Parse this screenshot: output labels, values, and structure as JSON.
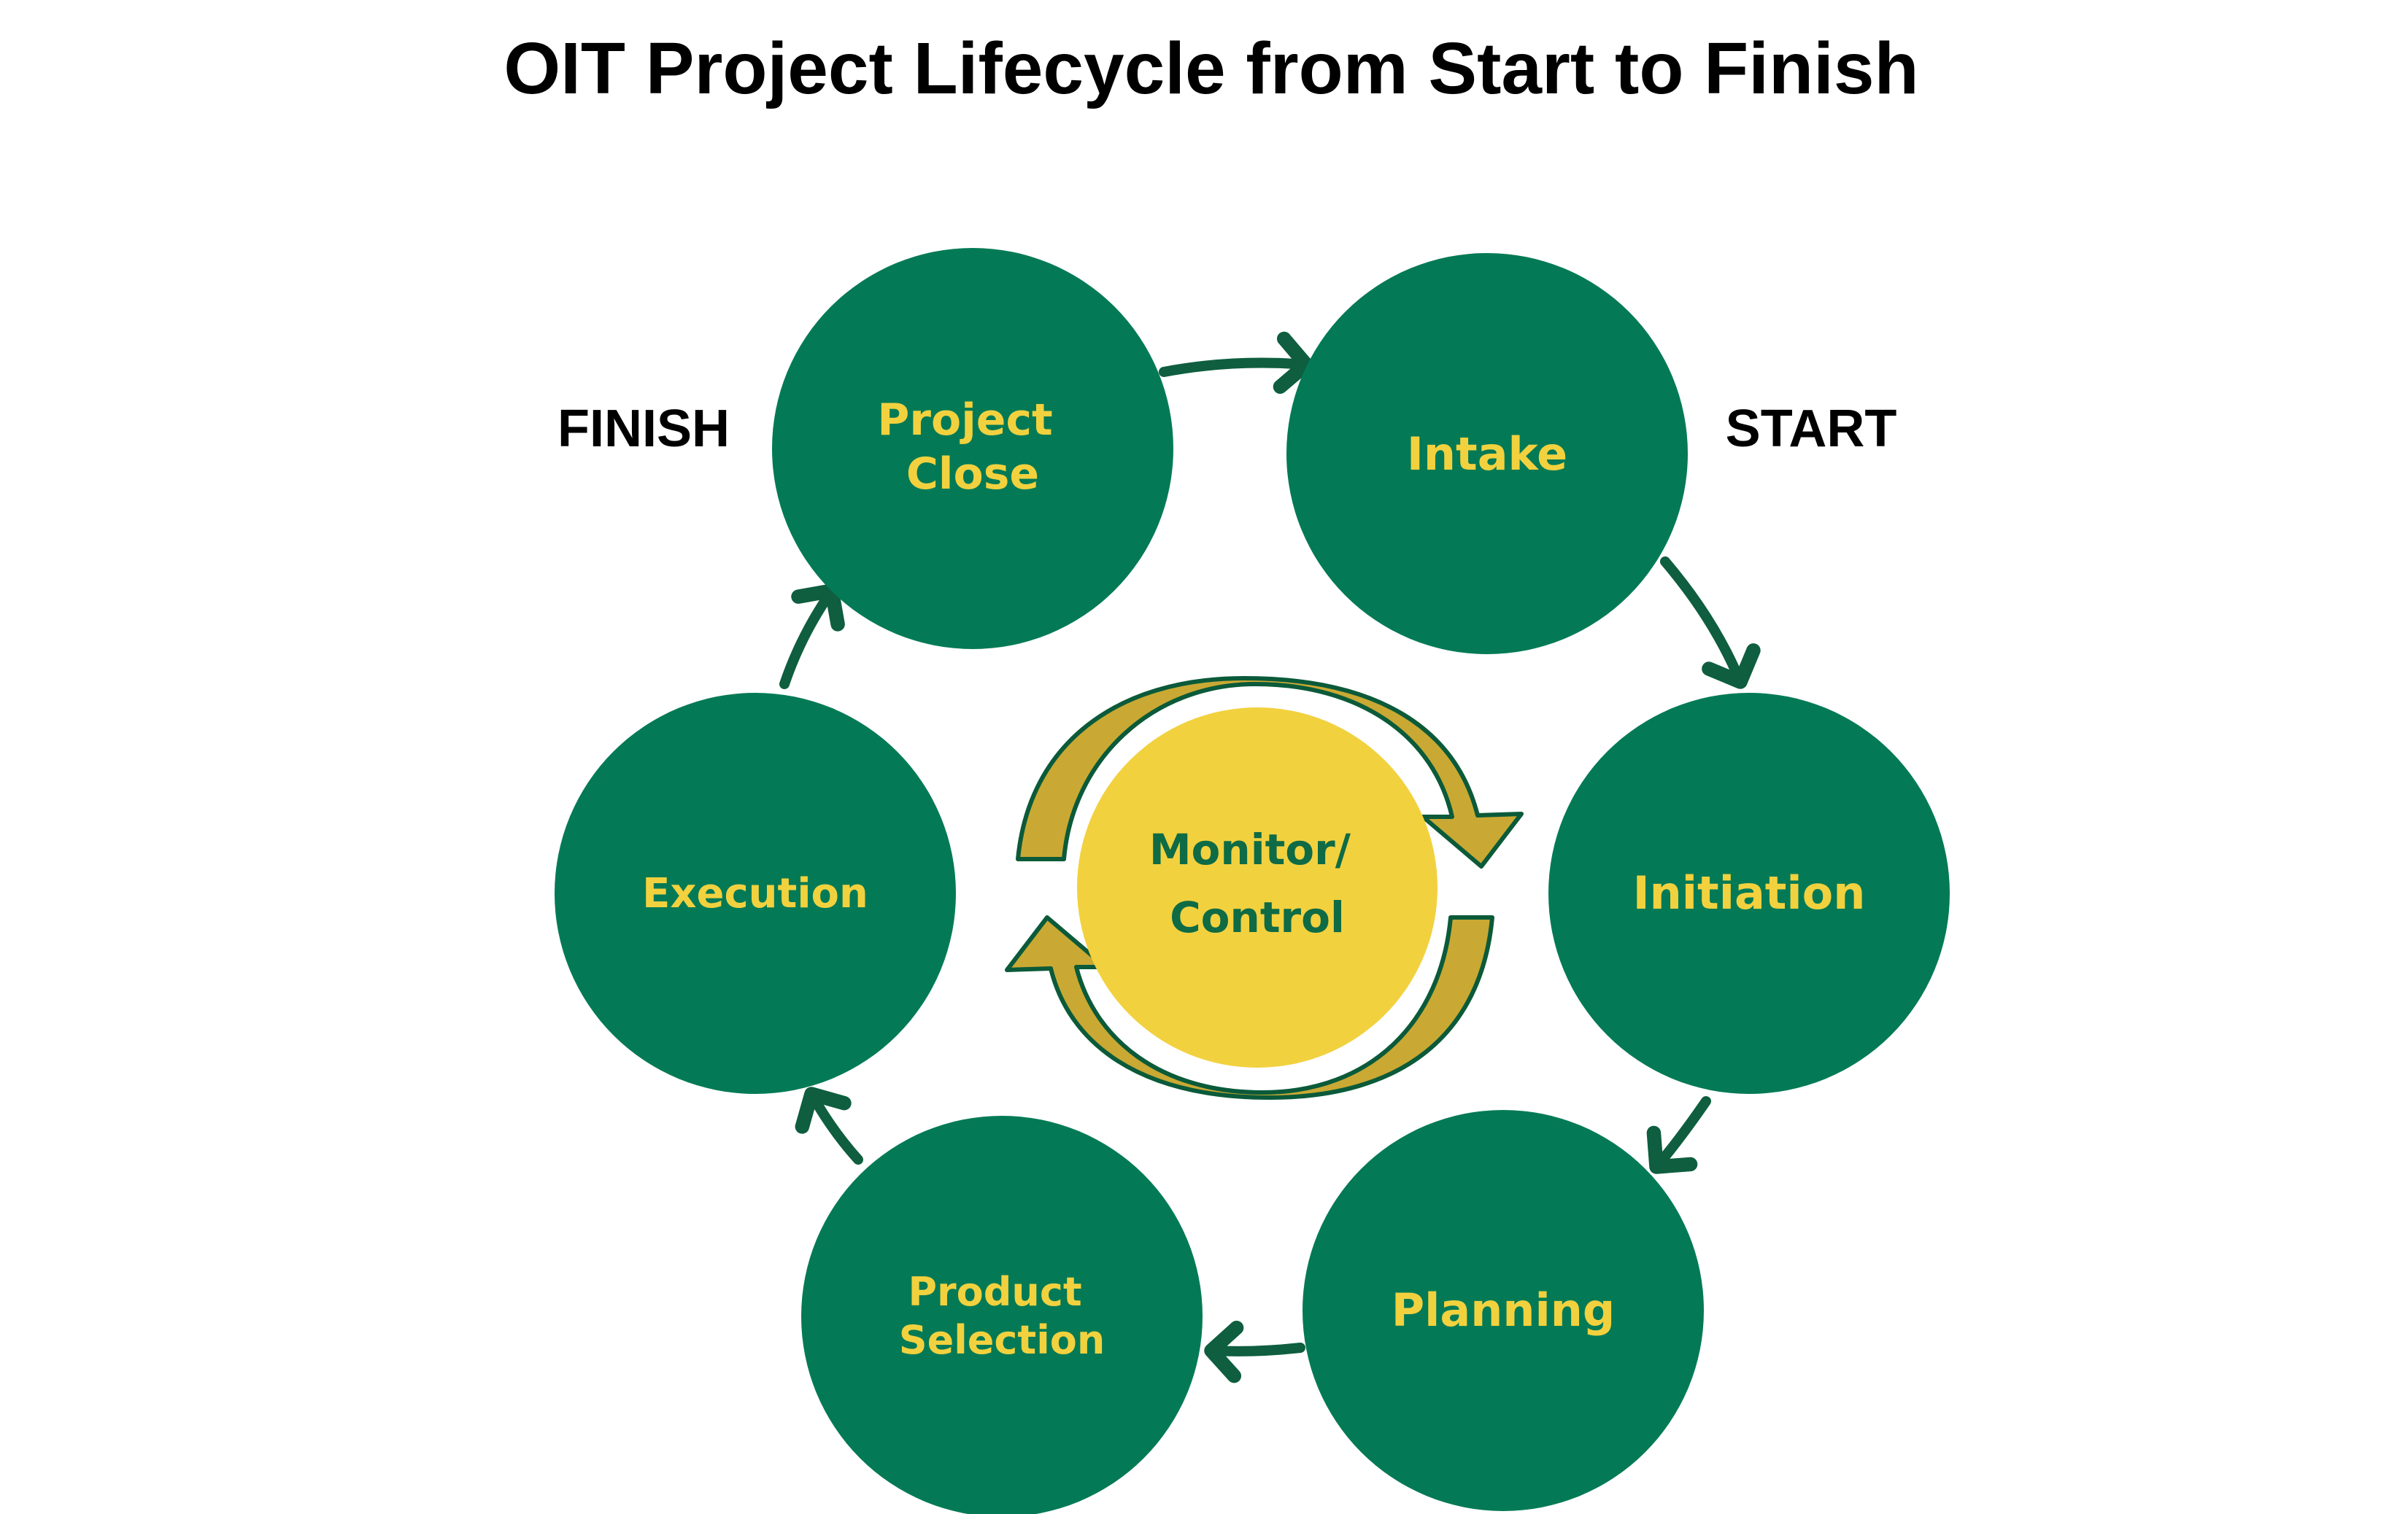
{
  "title": "OIT Project Lifecycle from Start to Finish",
  "labels": {
    "start": "START",
    "finish": "FINISH"
  },
  "stages": {
    "intake": {
      "lines": [
        "Intake"
      ]
    },
    "initiation": {
      "lines": [
        "Initiation"
      ]
    },
    "planning": {
      "lines": [
        "Planning"
      ]
    },
    "product_selection": {
      "lines": [
        "Product",
        "Selection"
      ]
    },
    "execution": {
      "lines": [
        "Execution"
      ]
    },
    "project_close": {
      "lines": [
        "Project",
        "Close"
      ]
    }
  },
  "center": {
    "lines": [
      "Monitor/",
      "Control"
    ]
  },
  "colors": {
    "stage_fill": "#037A55",
    "stage_text": "#F2D13F",
    "arrow": "#0E5E3F",
    "center_fill": "#F2D13F",
    "center_text": "#0E6B45",
    "cycle_arrow_fill": "#C9A933",
    "cycle_arrow_outline": "#0B5A3A",
    "title_text": "#000000"
  }
}
